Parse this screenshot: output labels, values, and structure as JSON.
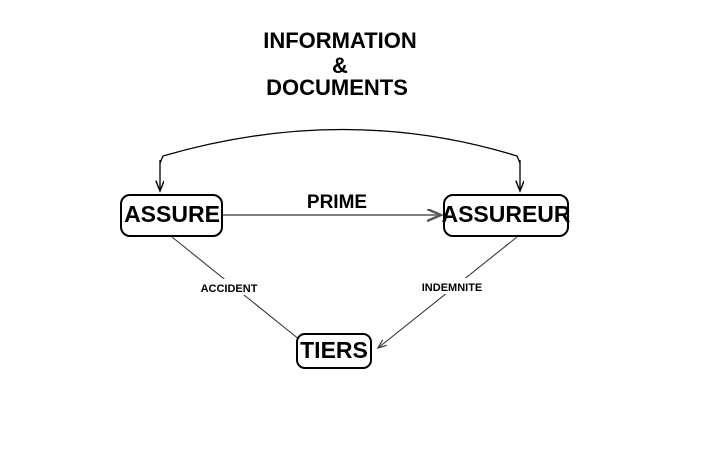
{
  "diagram": {
    "title": {
      "line1": "INFORMATION",
      "line2": "&",
      "line3": "DOCUMENTS"
    },
    "nodes": [
      {
        "id": "assure",
        "label": "ASSURE"
      },
      {
        "id": "assureur",
        "label": "ASSUREUR"
      },
      {
        "id": "tiers",
        "label": "TIERS"
      }
    ],
    "edges": [
      {
        "id": "prime",
        "label": "PRIME",
        "from": "assure",
        "to": "tiers-none"
      },
      {
        "id": "accident",
        "label": "ACCIDENT",
        "from": "assure",
        "to": "tiers"
      },
      {
        "id": "indemnite",
        "label": "INDEMNITE",
        "from": "assureur",
        "to": "tiers"
      },
      {
        "id": "info-docs",
        "label": "INFORMATION & DOCUMENTS",
        "from": "assure",
        "to": "assureur"
      }
    ],
    "colors": {
      "background": "#ffffff",
      "node_border": "#000000",
      "node_fill": "#ffffff",
      "text": "#000000",
      "prime_arrow": "#808080",
      "thin_line": "#3a3a3a"
    }
  }
}
